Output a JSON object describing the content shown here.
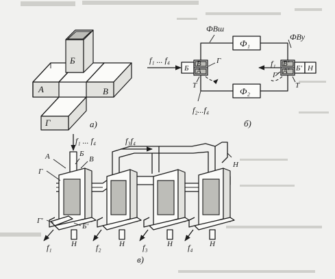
{
  "panel_a": {
    "caption": "а)",
    "port_a": "А",
    "port_b": "Б",
    "port_v": "В",
    "port_g": "Г"
  },
  "panel_b": {
    "caption": "б)",
    "filter_bandpass_ish": "ФВш",
    "filter_bandpass_u": "ФВу",
    "filter_1": "Ф₁",
    "filter_2": "Ф₂",
    "input_freqs": "f₁ ... f₄",
    "output_freqs": "f₂...f₄",
    "output_f1": "f₁",
    "left_port_b": "Б",
    "left_port_v": "В",
    "left_port_a": "А",
    "left_port_g": "Г",
    "left_port_t": "Т",
    "right_port_v": "В'",
    "right_port_b": "Б'",
    "right_port_a": "А'",
    "right_port_g": "Г'",
    "right_port_t": "Т",
    "right_load": "Н"
  },
  "panel_v": {
    "caption": "в)",
    "input_freqs": "f₁ ... f₄",
    "passthrough_freqs": "f₃f₄",
    "port_a": "А",
    "port_b": "Б",
    "port_v": "В",
    "port_g": "Г",
    "port_g_prime": "Г'",
    "port_b_prime": "Б'",
    "load_top": "Н",
    "loads": [
      "Н",
      "Н",
      "Н",
      "Н"
    ],
    "outputs": [
      "f₁",
      "f₂",
      "f₃",
      "f₄"
    ]
  }
}
